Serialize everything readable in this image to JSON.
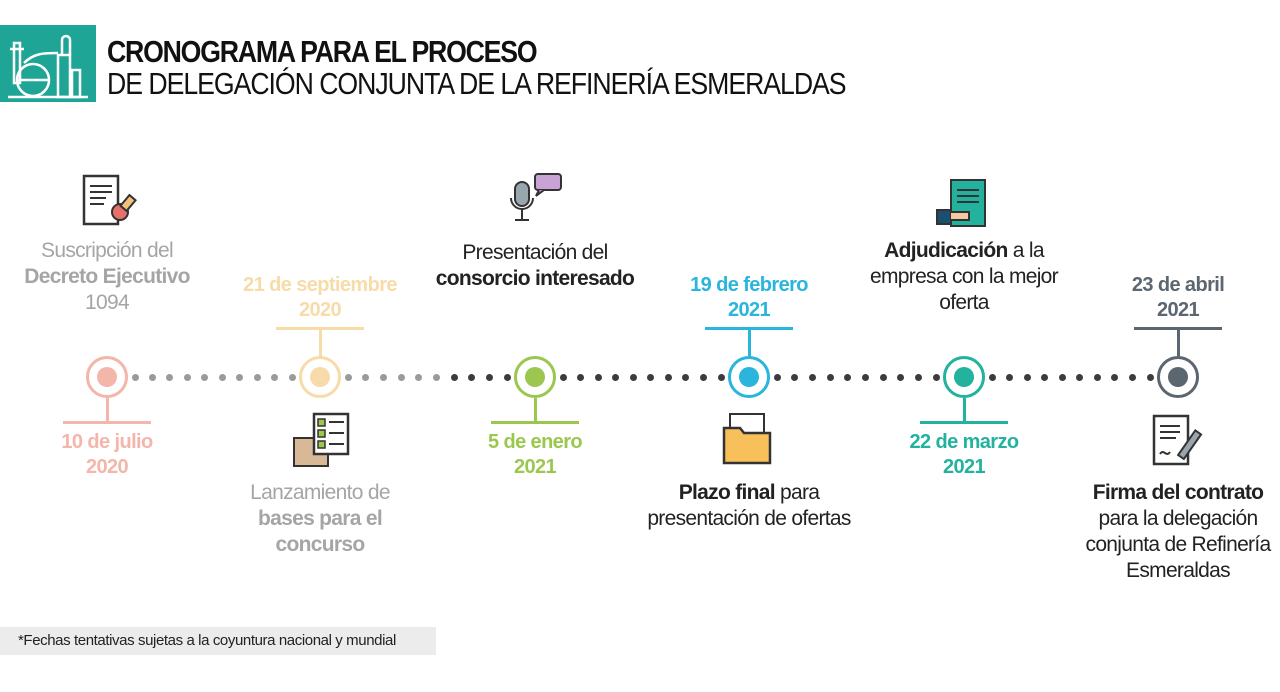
{
  "header": {
    "title_bold": "CRONOGRAMA PARA EL PROCESO",
    "title_regular": "DE DELEGACIÓN CONJUNTA DE LA REFINERÍA ESMERALDAS",
    "icon": "refinery-icon"
  },
  "milestones": [
    {
      "date_line1": "10 de julio",
      "date_line2": "2020",
      "desc_lines": [
        "Suscripción del"
      ],
      "desc_bold": "Decreto Ejecutivo",
      "desc_after": "1094",
      "color": "#f4b5aa",
      "icon": "decree-stamp-icon"
    },
    {
      "date_line1": "21 de septiembre",
      "date_line2": "2020",
      "desc_lines": [
        "Lanzamiento de"
      ],
      "desc_bold": "bases para el concurso",
      "color": "#f7dcaa",
      "icon": "checklist-box-icon"
    },
    {
      "date_line1": "5 de enero",
      "date_line2": "2021",
      "desc_lines": [
        "Presentación del"
      ],
      "desc_bold": "consorcio interesado",
      "color": "#9cc74f",
      "icon": "microphone-chat-icon"
    },
    {
      "date_line1": "19 de febrero",
      "date_line2": "2021",
      "desc_bold": "Plazo final",
      "desc_after": "para",
      "desc_lines": [
        "presentación de ofertas"
      ],
      "color": "#29b5dc",
      "icon": "folder-icon"
    },
    {
      "date_line1": "22 de marzo",
      "date_line2": "2021",
      "desc_bold": "Adjudicación",
      "desc_after": "a la",
      "desc_lines": [
        "empresa con la mejor",
        "oferta"
      ],
      "color": "#22b29e",
      "icon": "award-document-icon"
    },
    {
      "date_line1": "23 de abril",
      "date_line2": "2021",
      "desc_bold": "Firma del contrato",
      "desc_lines": [
        "para la delegación",
        "conjunta de Refinería",
        "Esmeraldas"
      ],
      "color": "#5c6670",
      "icon": "contract-sign-icon"
    }
  ],
  "footnote": "*Fechas tentativas sujetas a la coyuntura nacional y mundial"
}
